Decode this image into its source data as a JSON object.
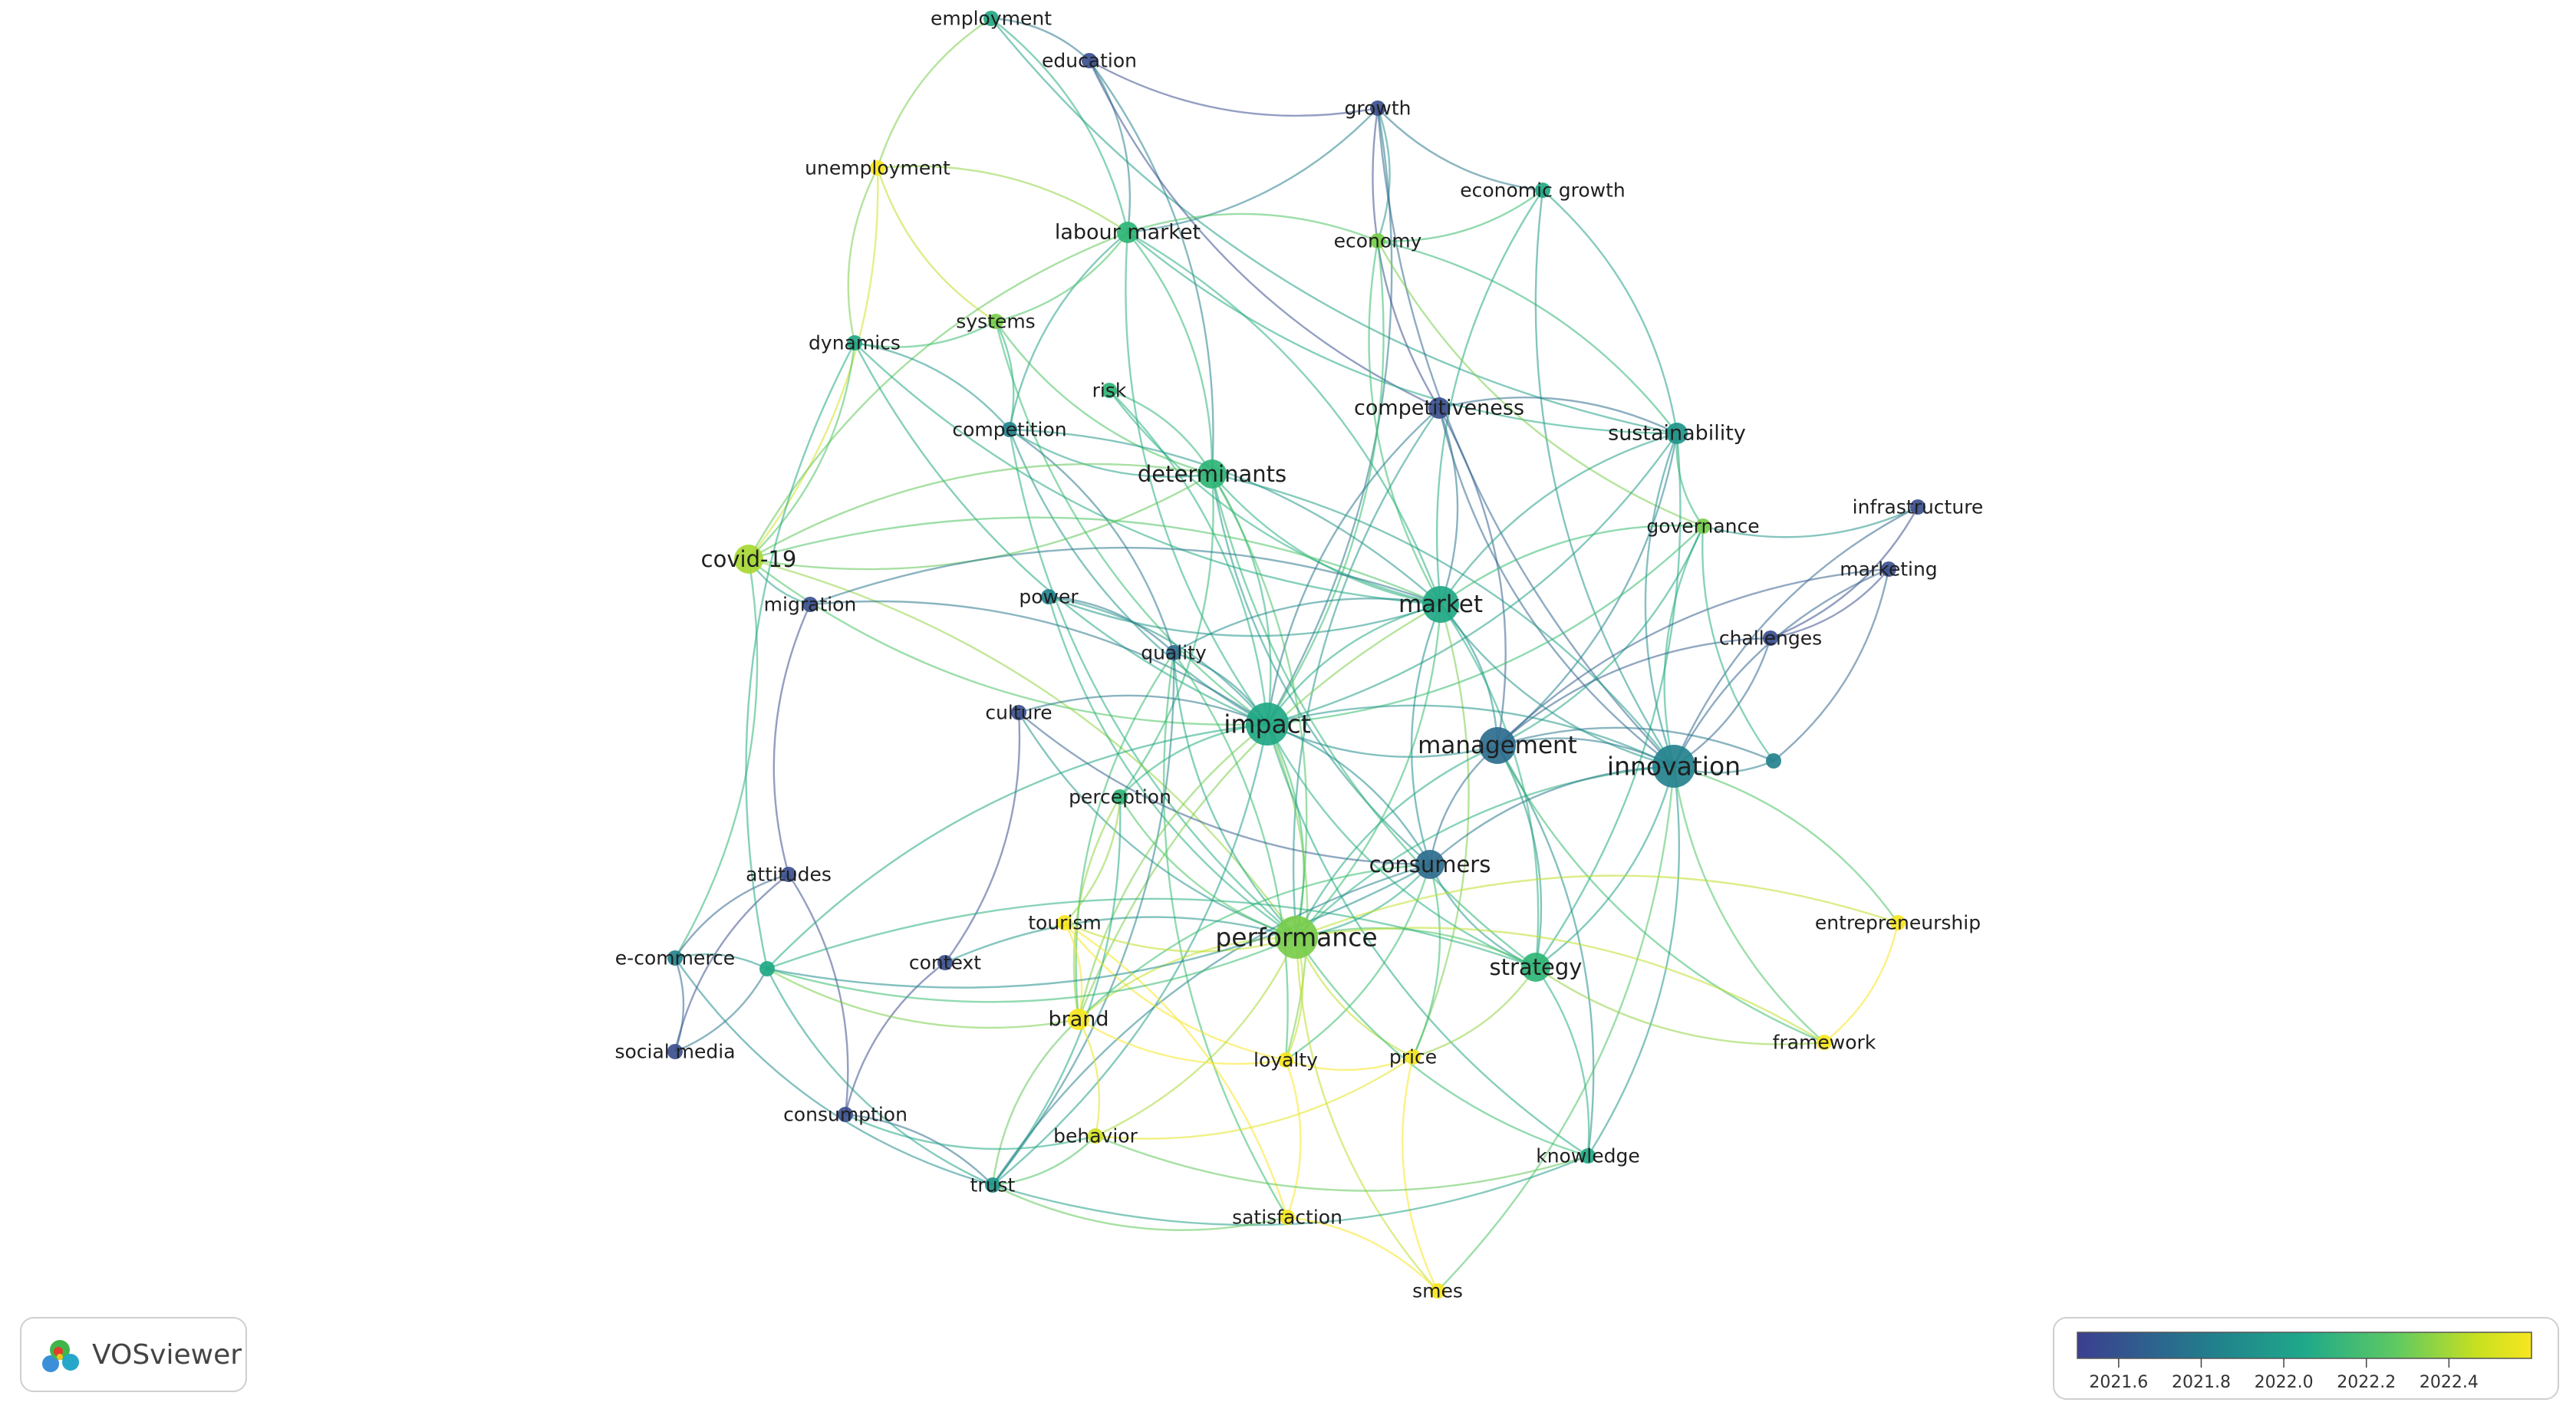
{
  "nodes": [
    {
      "id": "employment",
      "label": "employment",
      "year": 2022.0,
      "size": 1
    },
    {
      "id": "education",
      "label": "education",
      "year": 2021.5,
      "size": 1
    },
    {
      "id": "growth",
      "label": "growth",
      "year": 2021.5,
      "size": 1
    },
    {
      "id": "unemployment",
      "label": "unemployment",
      "year": 2022.6,
      "size": 1
    },
    {
      "id": "economic_growth",
      "label": "economic growth",
      "year": 2022.0,
      "size": 1
    },
    {
      "id": "labour_market",
      "label": "labour market",
      "year": 2022.1,
      "size": 2
    },
    {
      "id": "economy",
      "label": "economy",
      "year": 2022.3,
      "size": 1
    },
    {
      "id": "systems",
      "label": "systems",
      "year": 2022.3,
      "size": 1
    },
    {
      "id": "dynamics",
      "label": "dynamics",
      "year": 2022.0,
      "size": 1
    },
    {
      "id": "risk",
      "label": "risk",
      "year": 2022.1,
      "size": 1
    },
    {
      "id": "competitiveness",
      "label": "competitiveness",
      "year": 2021.5,
      "size": 2
    },
    {
      "id": "sustainability",
      "label": "sustainability",
      "year": 2021.9,
      "size": 2
    },
    {
      "id": "competition",
      "label": "competition",
      "year": 2021.8,
      "size": 1
    },
    {
      "id": "determinants",
      "label": "determinants",
      "year": 2022.1,
      "size": 3
    },
    {
      "id": "infrastructure",
      "label": "infrastructure",
      "year": 2021.5,
      "size": 1
    },
    {
      "id": "governance",
      "label": "governance",
      "year": 2022.3,
      "size": 1
    },
    {
      "id": "covid19",
      "label": "covid-19",
      "year": 2022.4,
      "size": 3
    },
    {
      "id": "marketing",
      "label": "marketing",
      "year": 2021.5,
      "size": 1
    },
    {
      "id": "power",
      "label": "power",
      "year": 2021.8,
      "size": 1
    },
    {
      "id": "migration",
      "label": "migration",
      "year": 2021.5,
      "size": 1
    },
    {
      "id": "market",
      "label": "market",
      "year": 2022.0,
      "size": 4
    },
    {
      "id": "challenges",
      "label": "challenges",
      "year": 2021.5,
      "size": 1
    },
    {
      "id": "quality",
      "label": "quality",
      "year": 2021.7,
      "size": 1
    },
    {
      "id": "culture",
      "label": "culture",
      "year": 2021.5,
      "size": 1
    },
    {
      "id": "impact",
      "label": "impact",
      "year": 2022.0,
      "size": 5
    },
    {
      "id": "management",
      "label": "management",
      "year": 2021.7,
      "size": 4
    },
    {
      "id": "innovation",
      "label": "innovation",
      "year": 2021.8,
      "size": 5
    },
    {
      "id": "perception",
      "label": "perception",
      "year": 2022.1,
      "size": 1
    },
    {
      "id": "attitudes",
      "label": "attitudes",
      "year": 2021.5,
      "size": 1
    },
    {
      "id": "consumers",
      "label": "consumers",
      "year": 2021.7,
      "size": 3
    },
    {
      "id": "entrepreneurship",
      "label": "entrepreneurship",
      "year": 2022.6,
      "size": 1
    },
    {
      "id": "tourism",
      "label": "tourism",
      "year": 2022.6,
      "size": 1
    },
    {
      "id": "performance",
      "label": "performance",
      "year": 2022.3,
      "size": 5
    },
    {
      "id": "ecommerce",
      "label": "e-commerce",
      "year": 2021.8,
      "size": 1
    },
    {
      "id": "context",
      "label": "context",
      "year": 2021.5,
      "size": 1
    },
    {
      "id": "strategy",
      "label": "strategy",
      "year": 2022.1,
      "size": 3
    },
    {
      "id": "brand",
      "label": "brand",
      "year": 2022.6,
      "size": 2
    },
    {
      "id": "framework",
      "label": "framework",
      "year": 2022.6,
      "size": 1
    },
    {
      "id": "social_media",
      "label": "social media",
      "year": 2021.5,
      "size": 1
    },
    {
      "id": "loyalty",
      "label": "loyalty",
      "year": 2022.6,
      "size": 1
    },
    {
      "id": "price",
      "label": "price",
      "year": 2022.6,
      "size": 1
    },
    {
      "id": "consumption",
      "label": "consumption",
      "year": 2021.5,
      "size": 1
    },
    {
      "id": "behavior",
      "label": "behavior",
      "year": 2022.5,
      "size": 1
    },
    {
      "id": "knowledge",
      "label": "knowledge",
      "year": 2022.0,
      "size": 1
    },
    {
      "id": "trust",
      "label": "trust",
      "year": 2021.9,
      "size": 1
    },
    {
      "id": "satisfaction",
      "label": "satisfaction",
      "year": 2022.6,
      "size": 1
    },
    {
      "id": "smes",
      "label": "smes",
      "year": 2022.6,
      "size": 1
    },
    {
      "id": "unlabeled_a",
      "label": "",
      "year": 2022.0,
      "size": 1
    },
    {
      "id": "unlabeled_b",
      "label": "",
      "year": 2021.8,
      "size": 1
    }
  ],
  "edges": [
    [
      "employment",
      "education"
    ],
    [
      "employment",
      "unemployment"
    ],
    [
      "employment",
      "labour_market"
    ],
    [
      "employment",
      "sustainability"
    ],
    [
      "education",
      "labour_market"
    ],
    [
      "education",
      "growth"
    ],
    [
      "education",
      "determinants"
    ],
    [
      "education",
      "competitiveness"
    ],
    [
      "growth",
      "economy"
    ],
    [
      "growth",
      "economic_growth"
    ],
    [
      "growth",
      "impact"
    ],
    [
      "growth",
      "competitiveness"
    ],
    [
      "growth",
      "labour_market"
    ],
    [
      "growth",
      "innovation"
    ],
    [
      "unemployment",
      "labour_market"
    ],
    [
      "unemployment",
      "dynamics"
    ],
    [
      "unemployment",
      "covid19"
    ],
    [
      "unemployment",
      "systems"
    ],
    [
      "economic_growth",
      "sustainability"
    ],
    [
      "economic_growth",
      "innovation"
    ],
    [
      "economic_growth",
      "economy"
    ],
    [
      "economic_growth",
      "market"
    ],
    [
      "labour_market",
      "determinants"
    ],
    [
      "labour_market",
      "impact"
    ],
    [
      "labour_market",
      "market"
    ],
    [
      "labour_market",
      "competition"
    ],
    [
      "labour_market",
      "economy"
    ],
    [
      "labour_market",
      "covid19"
    ],
    [
      "labour_market",
      "systems"
    ],
    [
      "labour_market",
      "sustainability"
    ],
    [
      "economy",
      "impact"
    ],
    [
      "economy",
      "market"
    ],
    [
      "economy",
      "sustainability"
    ],
    [
      "economy",
      "governance"
    ],
    [
      "systems",
      "dynamics"
    ],
    [
      "systems",
      "impact"
    ],
    [
      "systems",
      "competition"
    ],
    [
      "systems",
      "determinants"
    ],
    [
      "dynamics",
      "competition"
    ],
    [
      "dynamics",
      "impact"
    ],
    [
      "dynamics",
      "covid19"
    ],
    [
      "dynamics",
      "market"
    ],
    [
      "risk",
      "impact"
    ],
    [
      "risk",
      "market"
    ],
    [
      "risk",
      "determinants"
    ],
    [
      "competitiveness",
      "innovation"
    ],
    [
      "competitiveness",
      "management"
    ],
    [
      "competitiveness",
      "impact"
    ],
    [
      "competitiveness",
      "market"
    ],
    [
      "competitiveness",
      "performance"
    ],
    [
      "competitiveness",
      "sustainability"
    ],
    [
      "sustainability",
      "innovation"
    ],
    [
      "sustainability",
      "management"
    ],
    [
      "sustainability",
      "market"
    ],
    [
      "sustainability",
      "strategy"
    ],
    [
      "sustainability",
      "governance"
    ],
    [
      "sustainability",
      "impact"
    ],
    [
      "competition",
      "impact"
    ],
    [
      "competition",
      "market"
    ],
    [
      "competition",
      "performance"
    ],
    [
      "competition",
      "quality"
    ],
    [
      "competition",
      "determinants"
    ],
    [
      "determinants",
      "impact"
    ],
    [
      "determinants",
      "market"
    ],
    [
      "determinants",
      "performance"
    ],
    [
      "determinants",
      "consumers"
    ],
    [
      "determinants",
      "innovation"
    ],
    [
      "determinants",
      "covid19"
    ],
    [
      "determinants",
      "perception"
    ],
    [
      "determinants",
      "strategy"
    ],
    [
      "infrastructure",
      "governance"
    ],
    [
      "infrastructure",
      "innovation"
    ],
    [
      "infrastructure",
      "challenges"
    ],
    [
      "governance",
      "innovation"
    ],
    [
      "governance",
      "management"
    ],
    [
      "governance",
      "market"
    ],
    [
      "governance",
      "impact"
    ],
    [
      "covid19",
      "impact"
    ],
    [
      "covid19",
      "performance"
    ],
    [
      "covid19",
      "migration"
    ],
    [
      "covid19",
      "ecommerce"
    ],
    [
      "covid19",
      "determinants"
    ],
    [
      "covid19",
      "market"
    ],
    [
      "marketing",
      "innovation"
    ],
    [
      "marketing",
      "challenges"
    ],
    [
      "marketing",
      "management"
    ],
    [
      "power",
      "impact"
    ],
    [
      "power",
      "market"
    ],
    [
      "power",
      "quality"
    ],
    [
      "power",
      "performance"
    ],
    [
      "migration",
      "impact"
    ],
    [
      "migration",
      "attitudes"
    ],
    [
      "migration",
      "market"
    ],
    [
      "market",
      "impact"
    ],
    [
      "market",
      "management"
    ],
    [
      "market",
      "innovation"
    ],
    [
      "market",
      "performance"
    ],
    [
      "market",
      "consumers"
    ],
    [
      "market",
      "strategy"
    ],
    [
      "market",
      "quality"
    ],
    [
      "market",
      "price"
    ],
    [
      "market",
      "brand"
    ],
    [
      "challenges",
      "innovation"
    ],
    [
      "challenges",
      "management"
    ],
    [
      "quality",
      "impact"
    ],
    [
      "quality",
      "performance"
    ],
    [
      "quality",
      "loyalty"
    ],
    [
      "quality",
      "satisfaction"
    ],
    [
      "quality",
      "trust"
    ],
    [
      "quality",
      "brand"
    ],
    [
      "culture",
      "impact"
    ],
    [
      "culture",
      "performance"
    ],
    [
      "culture",
      "context"
    ],
    [
      "culture",
      "consumers"
    ],
    [
      "impact",
      "performance"
    ],
    [
      "impact",
      "management"
    ],
    [
      "impact",
      "innovation"
    ],
    [
      "impact",
      "strategy"
    ],
    [
      "impact",
      "consumers"
    ],
    [
      "impact",
      "perception"
    ],
    [
      "impact",
      "trust"
    ],
    [
      "impact",
      "brand"
    ],
    [
      "impact",
      "loyalty"
    ],
    [
      "impact",
      "knowledge"
    ],
    [
      "management",
      "innovation"
    ],
    [
      "management",
      "performance"
    ],
    [
      "management",
      "strategy"
    ],
    [
      "management",
      "consumers"
    ],
    [
      "management",
      "knowledge"
    ],
    [
      "management",
      "framework"
    ],
    [
      "innovation",
      "strategy"
    ],
    [
      "innovation",
      "performance"
    ],
    [
      "innovation",
      "entrepreneurship"
    ],
    [
      "innovation",
      "framework"
    ],
    [
      "innovation",
      "knowledge"
    ],
    [
      "innovation",
      "consumers"
    ],
    [
      "innovation",
      "smes"
    ],
    [
      "perception",
      "performance"
    ],
    [
      "perception",
      "trust"
    ],
    [
      "perception",
      "brand"
    ],
    [
      "perception",
      "tourism"
    ],
    [
      "attitudes",
      "ecommerce"
    ],
    [
      "attitudes",
      "consumption"
    ],
    [
      "attitudes",
      "social_media"
    ],
    [
      "consumers",
      "performance"
    ],
    [
      "consumers",
      "strategy"
    ],
    [
      "consumers",
      "price"
    ],
    [
      "consumers",
      "brand"
    ],
    [
      "consumers",
      "loyalty"
    ],
    [
      "consumers",
      "trust"
    ],
    [
      "entrepreneurship",
      "framework"
    ],
    [
      "entrepreneurship",
      "performance"
    ],
    [
      "tourism",
      "brand"
    ],
    [
      "tourism",
      "loyalty"
    ],
    [
      "tourism",
      "satisfaction"
    ],
    [
      "tourism",
      "performance"
    ],
    [
      "performance",
      "strategy"
    ],
    [
      "performance",
      "brand"
    ],
    [
      "performance",
      "loyalty"
    ],
    [
      "performance",
      "price"
    ],
    [
      "performance",
      "behavior"
    ],
    [
      "performance",
      "knowledge"
    ],
    [
      "performance",
      "framework"
    ],
    [
      "performance",
      "smes"
    ],
    [
      "ecommerce",
      "social_media"
    ],
    [
      "ecommerce",
      "trust"
    ],
    [
      "context",
      "performance"
    ],
    [
      "context",
      "consumption"
    ],
    [
      "strategy",
      "knowledge"
    ],
    [
      "strategy",
      "framework"
    ],
    [
      "strategy",
      "price"
    ],
    [
      "brand",
      "loyalty"
    ],
    [
      "brand",
      "behavior"
    ],
    [
      "brand",
      "trust"
    ],
    [
      "loyalty",
      "satisfaction"
    ],
    [
      "loyalty",
      "price"
    ],
    [
      "price",
      "behavior"
    ],
    [
      "price",
      "smes"
    ],
    [
      "consumption",
      "trust"
    ],
    [
      "consumption",
      "behavior"
    ],
    [
      "behavior",
      "trust"
    ],
    [
      "behavior",
      "knowledge"
    ],
    [
      "knowledge",
      "trust"
    ],
    [
      "trust",
      "satisfaction"
    ],
    [
      "satisfaction",
      "smes"
    ],
    [
      "unlabeled_a",
      "ecommerce"
    ],
    [
      "unlabeled_a",
      "impact"
    ],
    [
      "unlabeled_a",
      "performance"
    ],
    [
      "unlabeled_a",
      "social_media"
    ],
    [
      "unlabeled_a",
      "brand"
    ],
    [
      "unlabeled_a",
      "strategy"
    ],
    [
      "unlabeled_a",
      "consumers"
    ],
    [
      "unlabeled_a",
      "dynamics"
    ],
    [
      "unlabeled_a",
      "trust"
    ],
    [
      "unlabeled_b",
      "innovation"
    ],
    [
      "unlabeled_b",
      "marketing"
    ],
    [
      "unlabeled_b",
      "governance"
    ],
    [
      "unlabeled_b",
      "management"
    ]
  ],
  "legend": {
    "min": 2021.5,
    "max": 2022.6,
    "ticks": [
      "2021.6",
      "2021.8",
      "2022.0",
      "2022.2",
      "2022.4"
    ],
    "tick_values": [
      2021.6,
      2021.8,
      2022.0,
      2022.2,
      2022.4
    ]
  },
  "brand": {
    "name": "VOSviewer"
  },
  "colors": {
    "viridis": [
      "#3b4f8e",
      "#2e6d8e",
      "#1f8c8c",
      "#21a884",
      "#48c16e",
      "#8fd14b",
      "#d2e21b",
      "#f5e61e"
    ]
  }
}
